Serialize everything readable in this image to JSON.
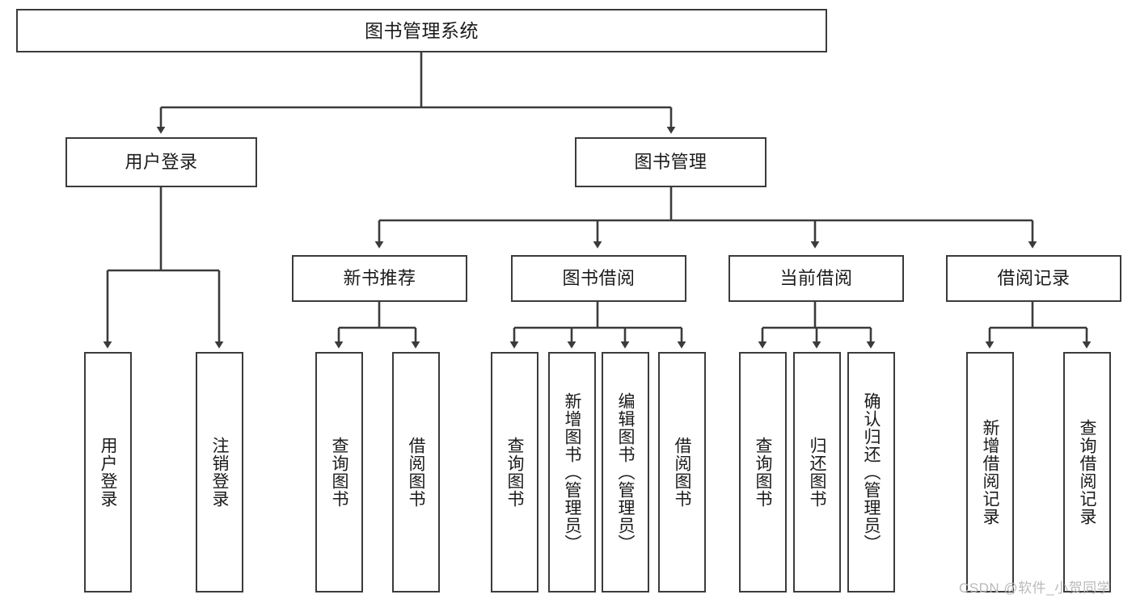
{
  "diagram": {
    "title": "图书管理系统",
    "type": "tree-hierarchy",
    "watermark": "CSDN @软件_小贺同学",
    "colors": {
      "background": "#ffffff",
      "box_border": "#3b3b3d",
      "box_fill": "#ffffff",
      "edge": "#3b3b3d",
      "text": "#1b1b1b",
      "watermark": "#b9b9bb"
    },
    "root": {
      "id": "root",
      "label": "图书管理系统"
    },
    "branches": [
      {
        "id": "user-login",
        "label": "用户登录"
      },
      {
        "id": "book-management",
        "label": "图书管理"
      }
    ],
    "subbranches": [
      {
        "id": "new-book-recommend",
        "label": "新书推荐",
        "parent": "book-management"
      },
      {
        "id": "book-borrow",
        "label": "图书借阅",
        "parent": "book-management"
      },
      {
        "id": "current-borrow",
        "label": "当前借阅",
        "parent": "book-management"
      },
      {
        "id": "borrow-record",
        "label": "借阅记录",
        "parent": "book-management"
      }
    ],
    "leaves": [
      {
        "id": "leaf-user-login",
        "label": "用户登录",
        "parent": "user-login"
      },
      {
        "id": "leaf-logout-login",
        "label": "注销登录",
        "parent": "user-login"
      },
      {
        "id": "leaf-query-book-1",
        "label": "查询图书",
        "parent": "new-book-recommend"
      },
      {
        "id": "leaf-borrow-book-1",
        "label": "借阅图书",
        "parent": "new-book-recommend"
      },
      {
        "id": "leaf-query-book-2",
        "label": "查询图书",
        "parent": "book-borrow"
      },
      {
        "id": "leaf-add-book",
        "label": "新增图书（管理员）",
        "parent": "book-borrow"
      },
      {
        "id": "leaf-edit-book",
        "label": "编辑图书（管理员）",
        "parent": "book-borrow"
      },
      {
        "id": "leaf-borrow-book-2",
        "label": "借阅图书",
        "parent": "book-borrow"
      },
      {
        "id": "leaf-query-book-3",
        "label": "查询图书",
        "parent": "current-borrow"
      },
      {
        "id": "leaf-return-book",
        "label": "归还图书",
        "parent": "current-borrow"
      },
      {
        "id": "leaf-confirm-return",
        "label": "确认归还（管理员）",
        "parent": "current-borrow"
      },
      {
        "id": "leaf-add-record",
        "label": "新增借阅记录",
        "parent": "borrow-record"
      },
      {
        "id": "leaf-query-record",
        "label": "查询借阅记录",
        "parent": "borrow-record"
      }
    ]
  }
}
